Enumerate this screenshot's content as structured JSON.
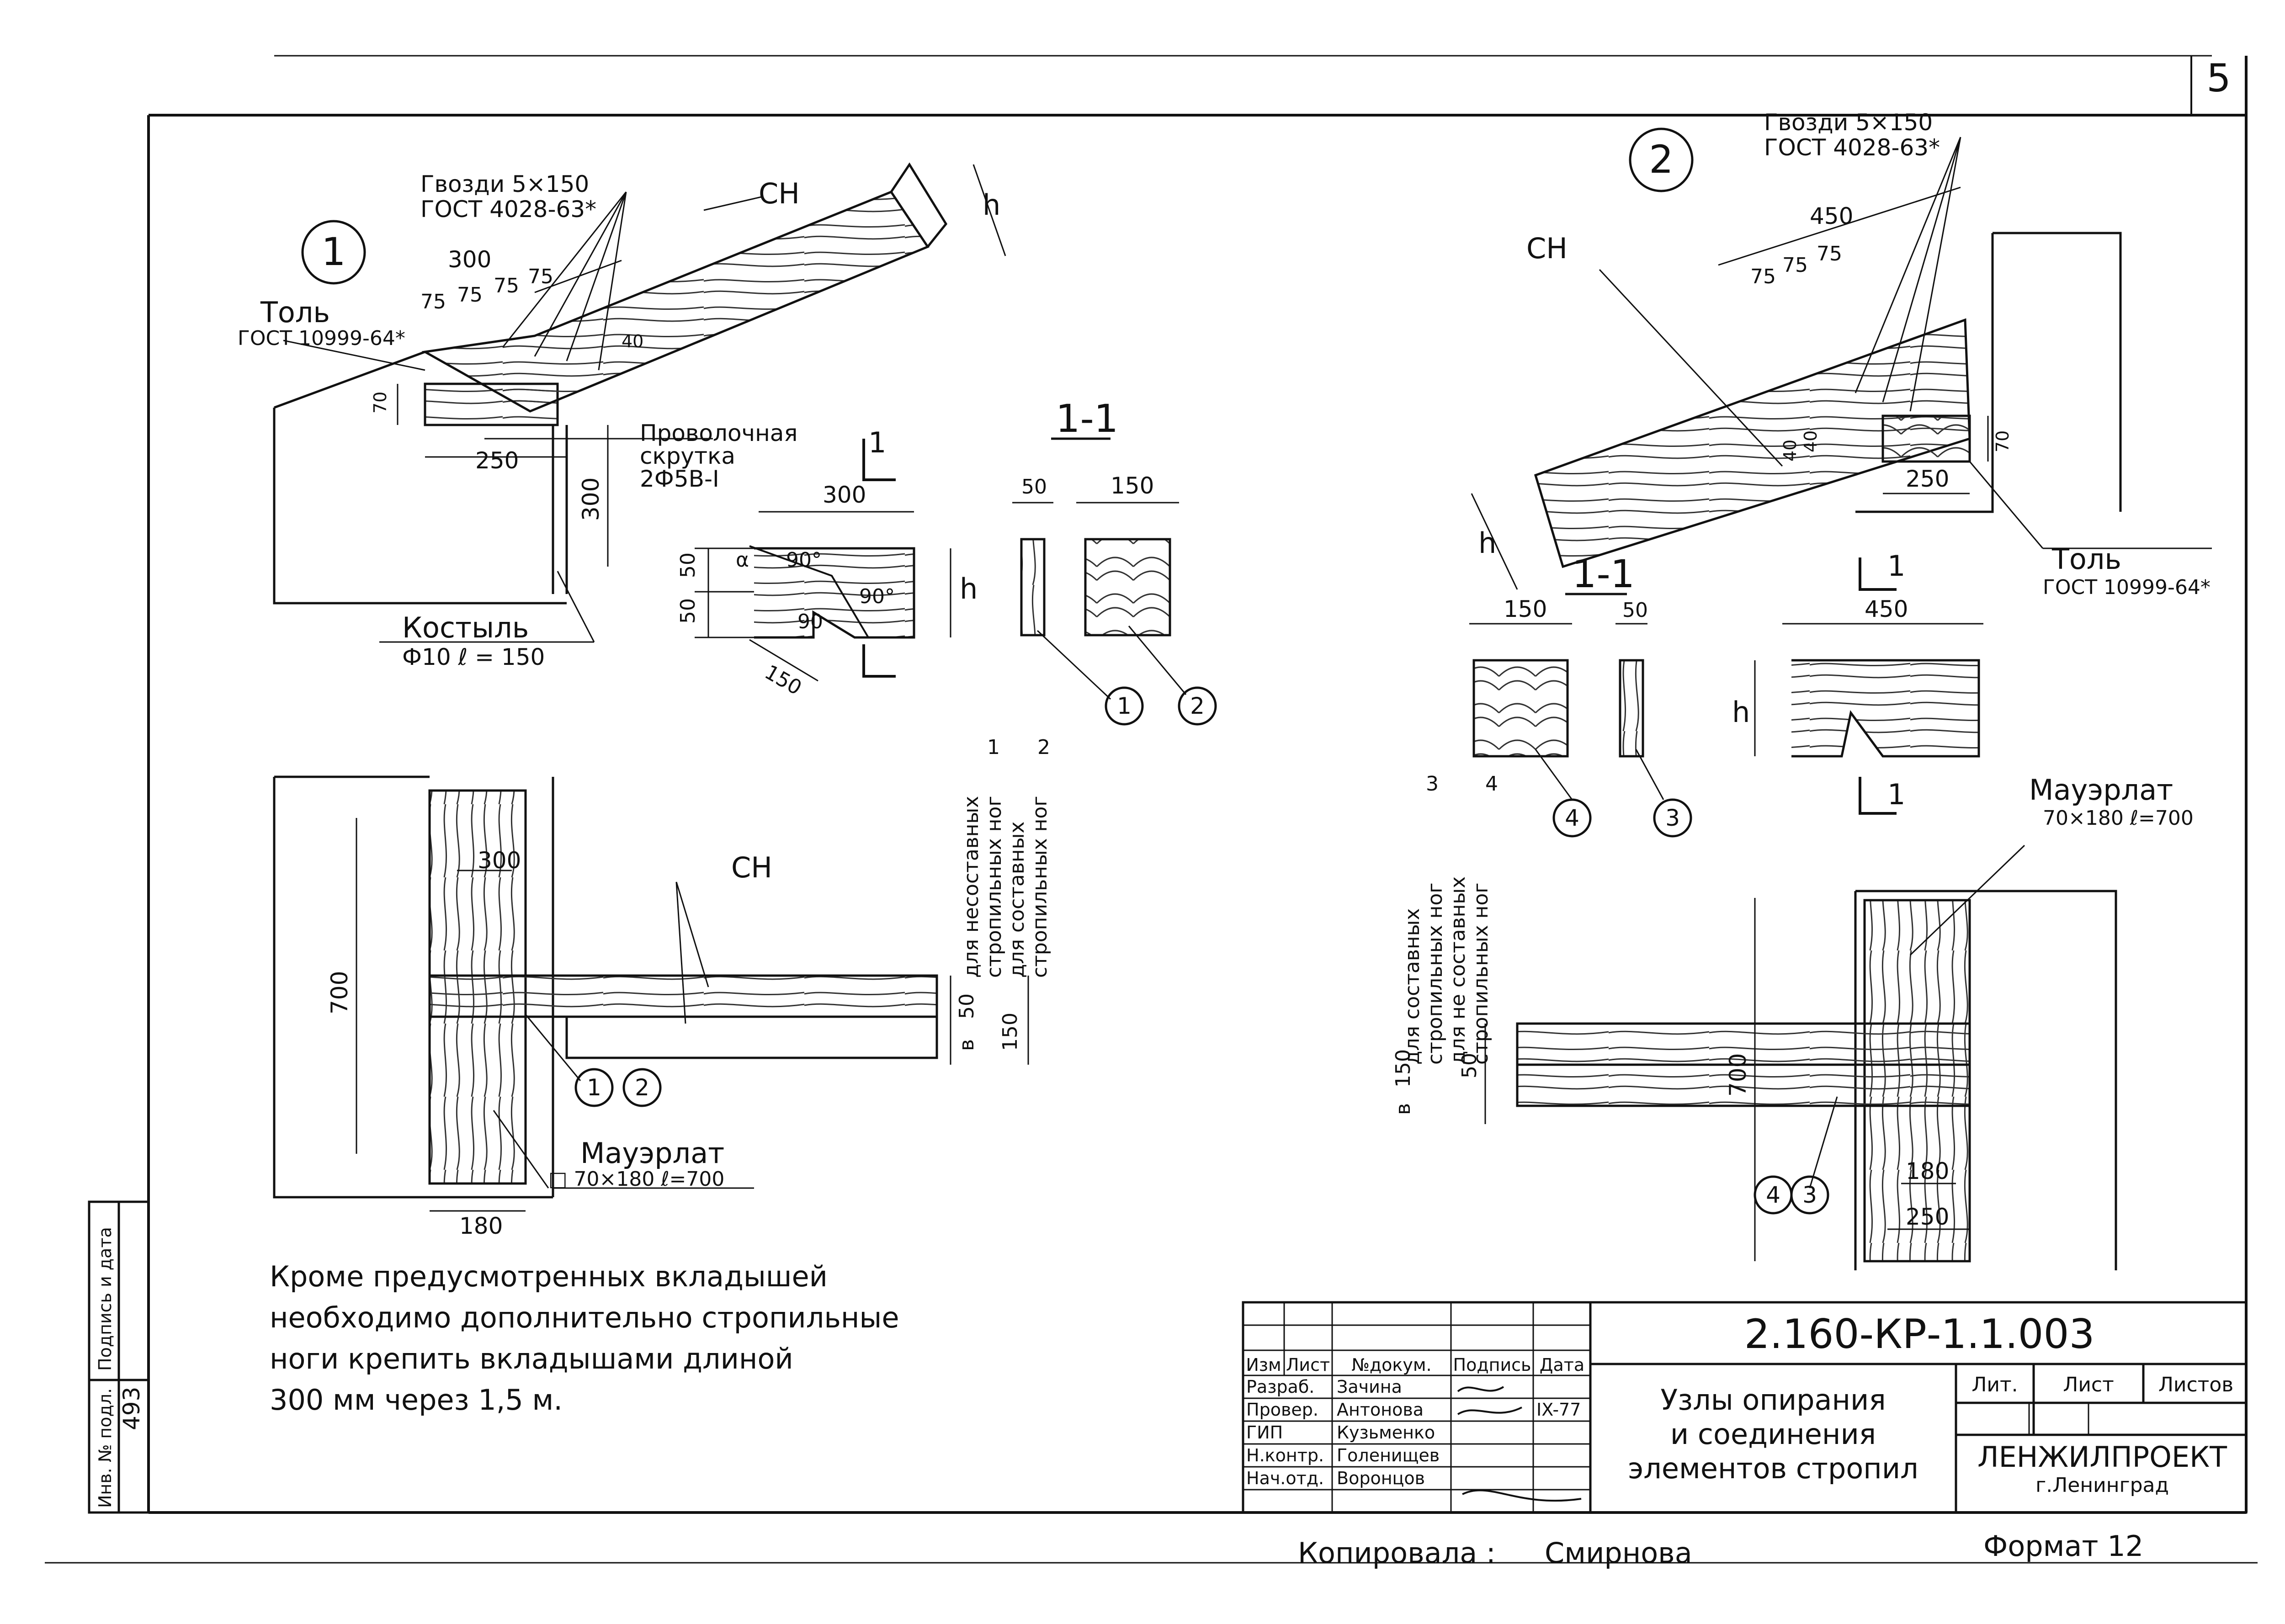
{
  "sheet": {
    "page_number": "5",
    "format_label": "Формат 12",
    "copied_by": "Копировала :",
    "copier_name": "Смирнова"
  },
  "node1": {
    "number": "1",
    "nails_line1": "Гвозди 5×150",
    "nails_line2": "ГОСТ 4028-63*",
    "cn": "СН",
    "h": "h",
    "dims_top": [
      "300",
      "75",
      "75",
      "75",
      "75"
    ],
    "dim_40": "40",
    "tol_line1": "Толь",
    "tol_line2": "ГОСТ 10999-64*",
    "dim_70": "70",
    "dim_250": "250",
    "dim_300_v": "300",
    "wire_line1": "Проволочная",
    "wire_line2": "скрутка",
    "wire_line3": "2Ф5В-I",
    "spike_line1": "Костыль",
    "spike_line2": "Ф10  ℓ = 150"
  },
  "section1": {
    "title": "1-1",
    "mark": "1",
    "dim_300": "300",
    "dim_50a": "50",
    "dim_50b": "50",
    "dim_150": "150",
    "h": "h",
    "angle_a1": "90°",
    "angle_a2": "90°",
    "angle_a3": "90",
    "alpha": "α",
    "sec_50": "50",
    "sec_150": "150",
    "callout1": "1",
    "callout2": "2"
  },
  "plan1": {
    "dim_300": "300",
    "dim_700": "700",
    "dim_180": "180",
    "cn": "СН",
    "callout1": "1",
    "callout2": "2",
    "mauerlat_line1": "Мауэрлат",
    "mauerlat_line2": "□ 70×180  ℓ=700",
    "legend_a1": "для несоставных",
    "legend_a2": "стропильных ног",
    "legend_b1": "для составных",
    "legend_b2": "стропильных ног",
    "legend_c1": "1",
    "legend_c2": "2",
    "dim_b": "в",
    "dim_50": "50",
    "dim_150": "150"
  },
  "node2": {
    "number": "2",
    "nails_line1": "Гвозди 5×150",
    "nails_line2": "ГОСТ 4028-63*",
    "cn": "СН",
    "dim_450": "450",
    "dims_top": [
      "75",
      "75",
      "75"
    ],
    "dims_40": [
      "40",
      "40"
    ],
    "h": "h",
    "dim_70": "70",
    "dim_250": "250",
    "tol_line1": "Толь",
    "tol_line2": "ГОСТ 10999-64*"
  },
  "section2": {
    "title": "1-1",
    "dim_150": "150",
    "dim_50": "50",
    "dim_450": "450",
    "h": "h",
    "mark": "1",
    "callout4": "4",
    "callout3": "3"
  },
  "plan2": {
    "legend_a1": "для составных",
    "legend_a2": "стропильных ног",
    "legend_b1": "для не составных",
    "legend_b2": "стропильных ног",
    "legend_c1": "3",
    "legend_c2": "4",
    "dim_700": "700",
    "dim_180": "180",
    "dim_250": "250",
    "dim_b": "в",
    "dim_50": "50",
    "dim_150": "150",
    "mauerlat_line1": "Мауэрлат",
    "mauerlat_line2": "70×180  ℓ=700",
    "callout4": "4",
    "callout3": "3"
  },
  "note": {
    "line1": "Кроме предусмотренных вкладышей",
    "line2": "необходимо дополнительно стропильные",
    "line3": "ноги крепить вкладышами длиной",
    "line4": "300 мм   через 1,5 м."
  },
  "stamp": {
    "doc_code": "2.160-КР-1.1.003",
    "title_line1": "Узлы опирания",
    "title_line2": "и соединения",
    "title_line3": "элементов стропил",
    "org": "ЛЕНЖИЛПРОЕКТ",
    "city": "г.Ленинград",
    "col_labels": [
      "Изм",
      "Лист",
      "№докум.",
      "Подпись",
      "Дата"
    ],
    "lit_labels": [
      "Лит.",
      "Лист",
      "Листов"
    ],
    "roles": [
      {
        "role": "Разраб.",
        "name": "Зачина"
      },
      {
        "role": "Провер.",
        "name": "Антонова"
      },
      {
        "role": "ГИП",
        "name": "Кузьменко"
      },
      {
        "role": "Н.контр.",
        "name": "Голенищев"
      },
      {
        "role": "Нач.отд.",
        "name": "Воронцов"
      }
    ],
    "date_cell": "IX-77"
  },
  "side_stamp": {
    "cell1": "Инв. № подл.",
    "cell2": "Подпись и дата",
    "inv_no": "493"
  }
}
